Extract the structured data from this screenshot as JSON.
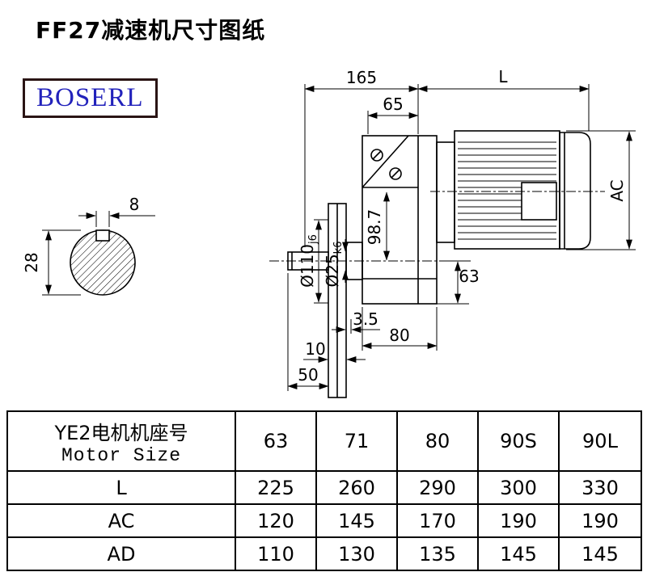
{
  "title": "FF27减速机尺寸图纸",
  "logo": {
    "text": "BOSERL"
  },
  "drawing": {
    "dim_165": "165",
    "dim_L": "L",
    "dim_65": "65",
    "dim_AC": "AC",
    "dim_8": "8",
    "dim_28": "28",
    "dim_98_7": "98.7",
    "dim_110_main": "Ø110",
    "dim_110_suffix": "j6",
    "dim_25_main": "Ø25",
    "dim_25_suffix": "k6",
    "dim_63": "63",
    "dim_3_5": "3.5",
    "dim_80": "80",
    "dim_10": "10",
    "dim_50": "50"
  },
  "table": {
    "header": {
      "label_cn": "YE2电机机座号",
      "label_en": "Motor Size",
      "sizes": [
        "63",
        "71",
        "80",
        "90S",
        "90L"
      ]
    },
    "rows": [
      {
        "label": "L",
        "values": [
          "225",
          "260",
          "290",
          "300",
          "330"
        ]
      },
      {
        "label": "AC",
        "values": [
          "120",
          "145",
          "170",
          "190",
          "190"
        ]
      },
      {
        "label": "AD",
        "values": [
          "110",
          "130",
          "135",
          "145",
          "145"
        ]
      }
    ]
  }
}
